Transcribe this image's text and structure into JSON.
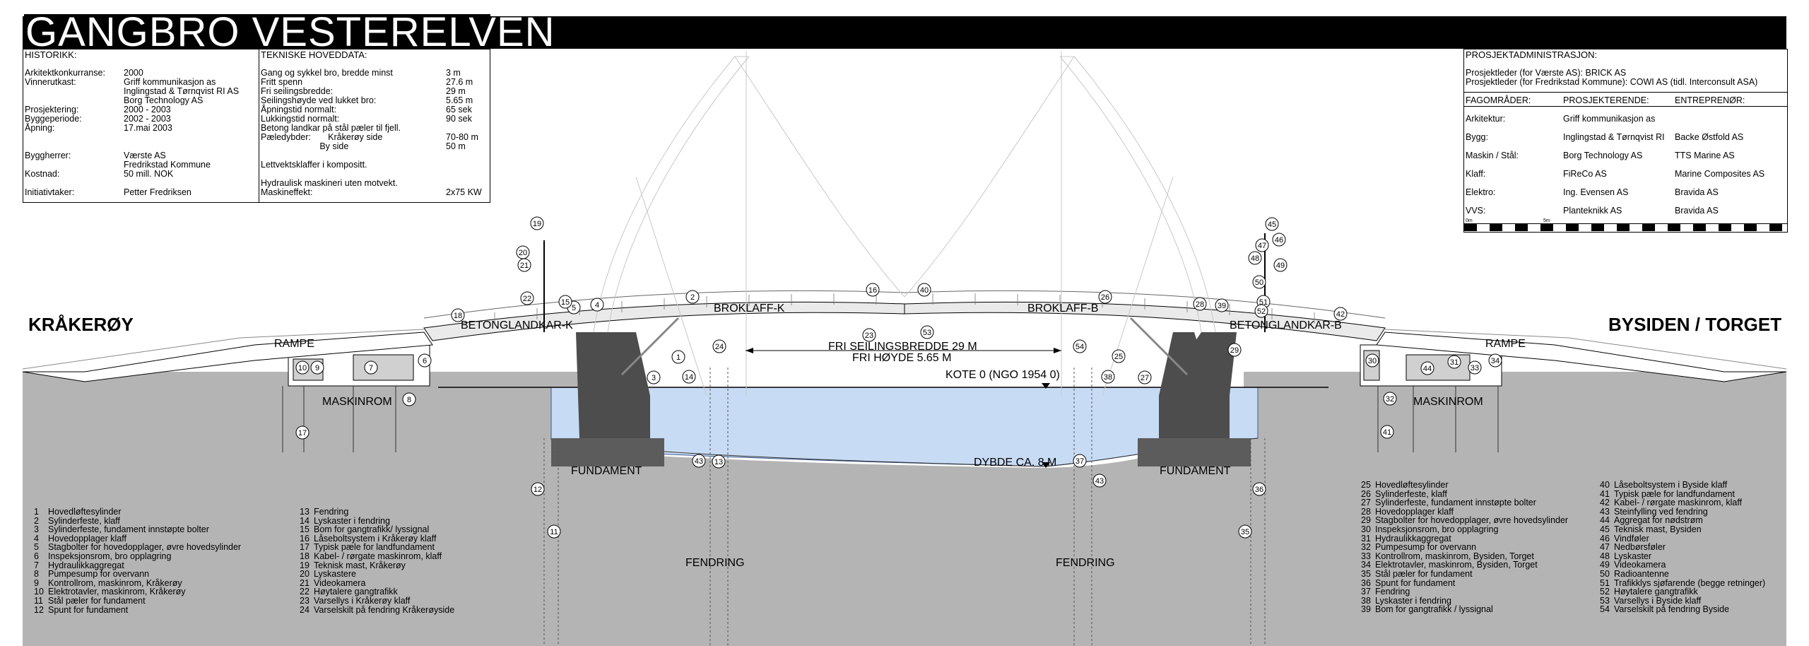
{
  "title": "GANGBRO VESTERELVEN",
  "historikk": {
    "heading": "HISTORIKK:",
    "rows": [
      {
        "k": "Arkitektkonkurranse:",
        "v": "2000"
      },
      {
        "k": "Vinnerutkast:",
        "v": "Griff kommunikasjon as"
      },
      {
        "k": "",
        "v": "Inglingstad & Tørnqvist RI AS"
      },
      {
        "k": "",
        "v": "Borg Technology AS"
      },
      {
        "k": "Prosjektering:",
        "v": "2000 - 2003"
      },
      {
        "k": "Byggeperiode:",
        "v": "2002 - 2003"
      },
      {
        "k": "Åpning:",
        "v": "17.mai 2003"
      },
      {
        "k": "Byggherrer:",
        "v": "Værste AS"
      },
      {
        "k": "",
        "v": "Fredrikstad Kommune"
      },
      {
        "k": "Kostnad:",
        "v": "50 mill. NOK"
      },
      {
        "k": "Initiativtaker:",
        "v": "Petter Fredriksen"
      }
    ]
  },
  "tekniske": {
    "heading": "TEKNISKE HOVEDDATA:",
    "rows": [
      {
        "k": "Gang og sykkel bro, bredde minst",
        "v": "3 m"
      },
      {
        "k": "Fritt spenn",
        "v": "27.6 m"
      },
      {
        "k": "Fri seilingsbredde:",
        "v": "29 m"
      },
      {
        "k": "Seilingshøyde ved lukket bro:",
        "v": "5.65 m"
      },
      {
        "k": "Åpningstid normalt:",
        "v": "65 sek"
      },
      {
        "k": "Lukkingstid normalt:",
        "v": "90 sek"
      },
      {
        "k": "Betong landkar på stål pæler til fjell.",
        "v": ""
      },
      {
        "k": "Pæledybder:       Kråkerøy side",
        "v": "70-80 m"
      },
      {
        "k": "                        By side",
        "v": "50 m"
      },
      {
        "k": "Lettvektsklaffer i kompositt.",
        "v": ""
      },
      {
        "k": "Hydraulisk maskineri uten motvekt.",
        "v": ""
      },
      {
        "k": "Maskineffekt:",
        "v": "2x75 KW"
      }
    ]
  },
  "prosjekt": {
    "heading": "PROSJEKTADMINISTRASJON:",
    "line1": "Prosjektleder (for Værste AS):  BRICK AS",
    "line2": "Prosjektleder (for Fredrikstad Kommune): COWI AS (tidl. Interconsult ASA)",
    "col_heads": [
      "FAGOMRÅDER:",
      "PROSJEKTERENDE:",
      "ENTREPRENØR:"
    ],
    "rows": [
      [
        "Arkitektur:",
        "Griff kommunikasjon as",
        ""
      ],
      [
        "Bygg:",
        "Inglingstad & Tørnqvist RI",
        "Backe Østfold AS"
      ],
      [
        "Maskin / Stål:",
        "Borg Technology AS",
        "TTS Marine AS"
      ],
      [
        "Klaff:",
        "FiReCo AS",
        "Marine Composites AS"
      ],
      [
        "Elektro:",
        "Ing. Evensen AS",
        "Bravida AS"
      ],
      [
        "VVS:",
        "Planteknikk AS",
        "Bravida AS"
      ]
    ],
    "scale_labels": [
      "0m",
      "5m"
    ]
  },
  "labels": {
    "left_side": "KRÅKERØY",
    "right_side": "BYSIDEN / TORGET",
    "rampe": "RAMPE",
    "betong_k": "BETONGLANDKAR-K",
    "betong_b": "BETONGLANDKAR-B",
    "broklaff_k": "BROKLAFF-K",
    "broklaff_b": "BROKLAFF-B",
    "maskinrom": "MASKINROM",
    "fundament": "FUNDAMENT",
    "fendring": "FENDRING",
    "fri_bredde": "FRI SEILINGSBREDDE 29 M",
    "fri_hoyde": "FRI HØYDE 5.65 M",
    "kote": "KOTE 0 (NGO 1954 0)",
    "dybde": "DYBDE CA. 8 M"
  },
  "legend1": [
    {
      "n": "1",
      "t": "Hovedløftesylinder"
    },
    {
      "n": "2",
      "t": "Sylinderfeste, klaff"
    },
    {
      "n": "3",
      "t": "Sylinderfeste, fundament innstøpte bolter"
    },
    {
      "n": "4",
      "t": "Hovedopplager klaff"
    },
    {
      "n": "5",
      "t": "Stagbolter for hovedopplager, øvre hovedsylinder"
    },
    {
      "n": "6",
      "t": "Inspeksjonsrom, bro opplagring"
    },
    {
      "n": "7",
      "t": "Hydraulikkaggregat"
    },
    {
      "n": "8",
      "t": "Pumpesump for overvann"
    },
    {
      "n": "9",
      "t": "Kontrollrom, maskinrom, Kråkerøy"
    },
    {
      "n": "10",
      "t": "Elektrotavler, maskinrom, Kråkerøy"
    },
    {
      "n": "11",
      "t": "Stål pæler for fundament"
    },
    {
      "n": "12",
      "t": "Spunt for fundament"
    }
  ],
  "legend2": [
    {
      "n": "13",
      "t": "Fendring"
    },
    {
      "n": "14",
      "t": "Lyskaster i fendring"
    },
    {
      "n": "15",
      "t": "Bom for gangtrafikk/ lyssignal"
    },
    {
      "n": "16",
      "t": "Låseboltsystem i Kråkerøy klaff"
    },
    {
      "n": "17",
      "t": "Typisk pæle for landfundament"
    },
    {
      "n": "18",
      "t": "Kabel- / rørgate maskinrom, klaff"
    },
    {
      "n": "19",
      "t": "Teknisk mast, Kråkerøy"
    },
    {
      "n": "20",
      "t": "Lyskastere"
    },
    {
      "n": "21",
      "t": "Videokamera"
    },
    {
      "n": "22",
      "t": "Høytalere gangtrafikk"
    },
    {
      "n": "23",
      "t": "Varsellys i Kråkerøy klaff"
    },
    {
      "n": "24",
      "t": "Varselskilt på fendring Kråkerøyside"
    }
  ],
  "legend3": [
    {
      "n": "25",
      "t": "Hovedløftesylinder"
    },
    {
      "n": "26",
      "t": "Sylinderfeste, klaff"
    },
    {
      "n": "27",
      "t": "Sylinderfeste, fundament innstøpte bolter"
    },
    {
      "n": "28",
      "t": "Hovedopplager klaff"
    },
    {
      "n": "29",
      "t": "Stagbolter for hovedopplager, øvre hovedsylinder"
    },
    {
      "n": "30",
      "t": "Inspeksjonsrom, bro opplagring"
    },
    {
      "n": "31",
      "t": "Hydraulikkaggregat"
    },
    {
      "n": "32",
      "t": "Pumpesump for overvann"
    },
    {
      "n": "33",
      "t": "Kontrollrom, maskinrom, Bysiden, Torget"
    },
    {
      "n": "34",
      "t": "Elektrotavler, maskinrom, Bysiden, Torget"
    },
    {
      "n": "35",
      "t": "Stål pæler for fundament"
    },
    {
      "n": "36",
      "t": "Spunt for fundament"
    },
    {
      "n": "37",
      "t": "Fendring"
    },
    {
      "n": "38",
      "t": "Lyskaster i fendring"
    },
    {
      "n": "39",
      "t": "Bom for gangtrafikk / lyssignal"
    }
  ],
  "legend4": [
    {
      "n": "40",
      "t": "Låseboltsystem i Byside klaff"
    },
    {
      "n": "41",
      "t": "Typisk pæle for landfundament"
    },
    {
      "n": "42",
      "t": "Kabel- / rørgate maskinrom, klaff"
    },
    {
      "n": "43",
      "t": "Steinfylling ved fendring"
    },
    {
      "n": "44",
      "t": "Aggregat for nødstrøm"
    },
    {
      "n": "45",
      "t": "Teknisk mast, Bysiden"
    },
    {
      "n": "46",
      "t": "Vindføler"
    },
    {
      "n": "47",
      "t": "Nedbørsføler"
    },
    {
      "n": "48",
      "t": "Lyskaster"
    },
    {
      "n": "49",
      "t": "Videokamera"
    },
    {
      "n": "50",
      "t": "Radioantenne"
    },
    {
      "n": "51",
      "t": "Trafikklys sjøfarende (begge retninger)"
    },
    {
      "n": "52",
      "t": "Høytalere gangtrafikk"
    },
    {
      "n": "53",
      "t": "Varsellys i Byside klaff"
    },
    {
      "n": "54",
      "t": "Varselskilt på fendring Byside"
    }
  ],
  "callouts": [
    "1",
    "2",
    "3",
    "4",
    "5",
    "6",
    "7",
    "8",
    "9",
    "10",
    "11",
    "12",
    "13",
    "14",
    "15",
    "16",
    "17",
    "18",
    "19",
    "20",
    "21",
    "22",
    "23",
    "24",
    "25",
    "26",
    "27",
    "28",
    "29",
    "30",
    "31",
    "32",
    "33",
    "34",
    "35",
    "36",
    "37",
    "38",
    "39",
    "40",
    "41",
    "42",
    "43",
    "43",
    "44",
    "45",
    "46",
    "47",
    "48",
    "49",
    "50",
    "51",
    "52",
    "53",
    "54"
  ],
  "colors": {
    "ground": "#b4b4b4",
    "water": "#c8dbf4",
    "concrete": "#4d4d4d",
    "banner": "#000000"
  }
}
